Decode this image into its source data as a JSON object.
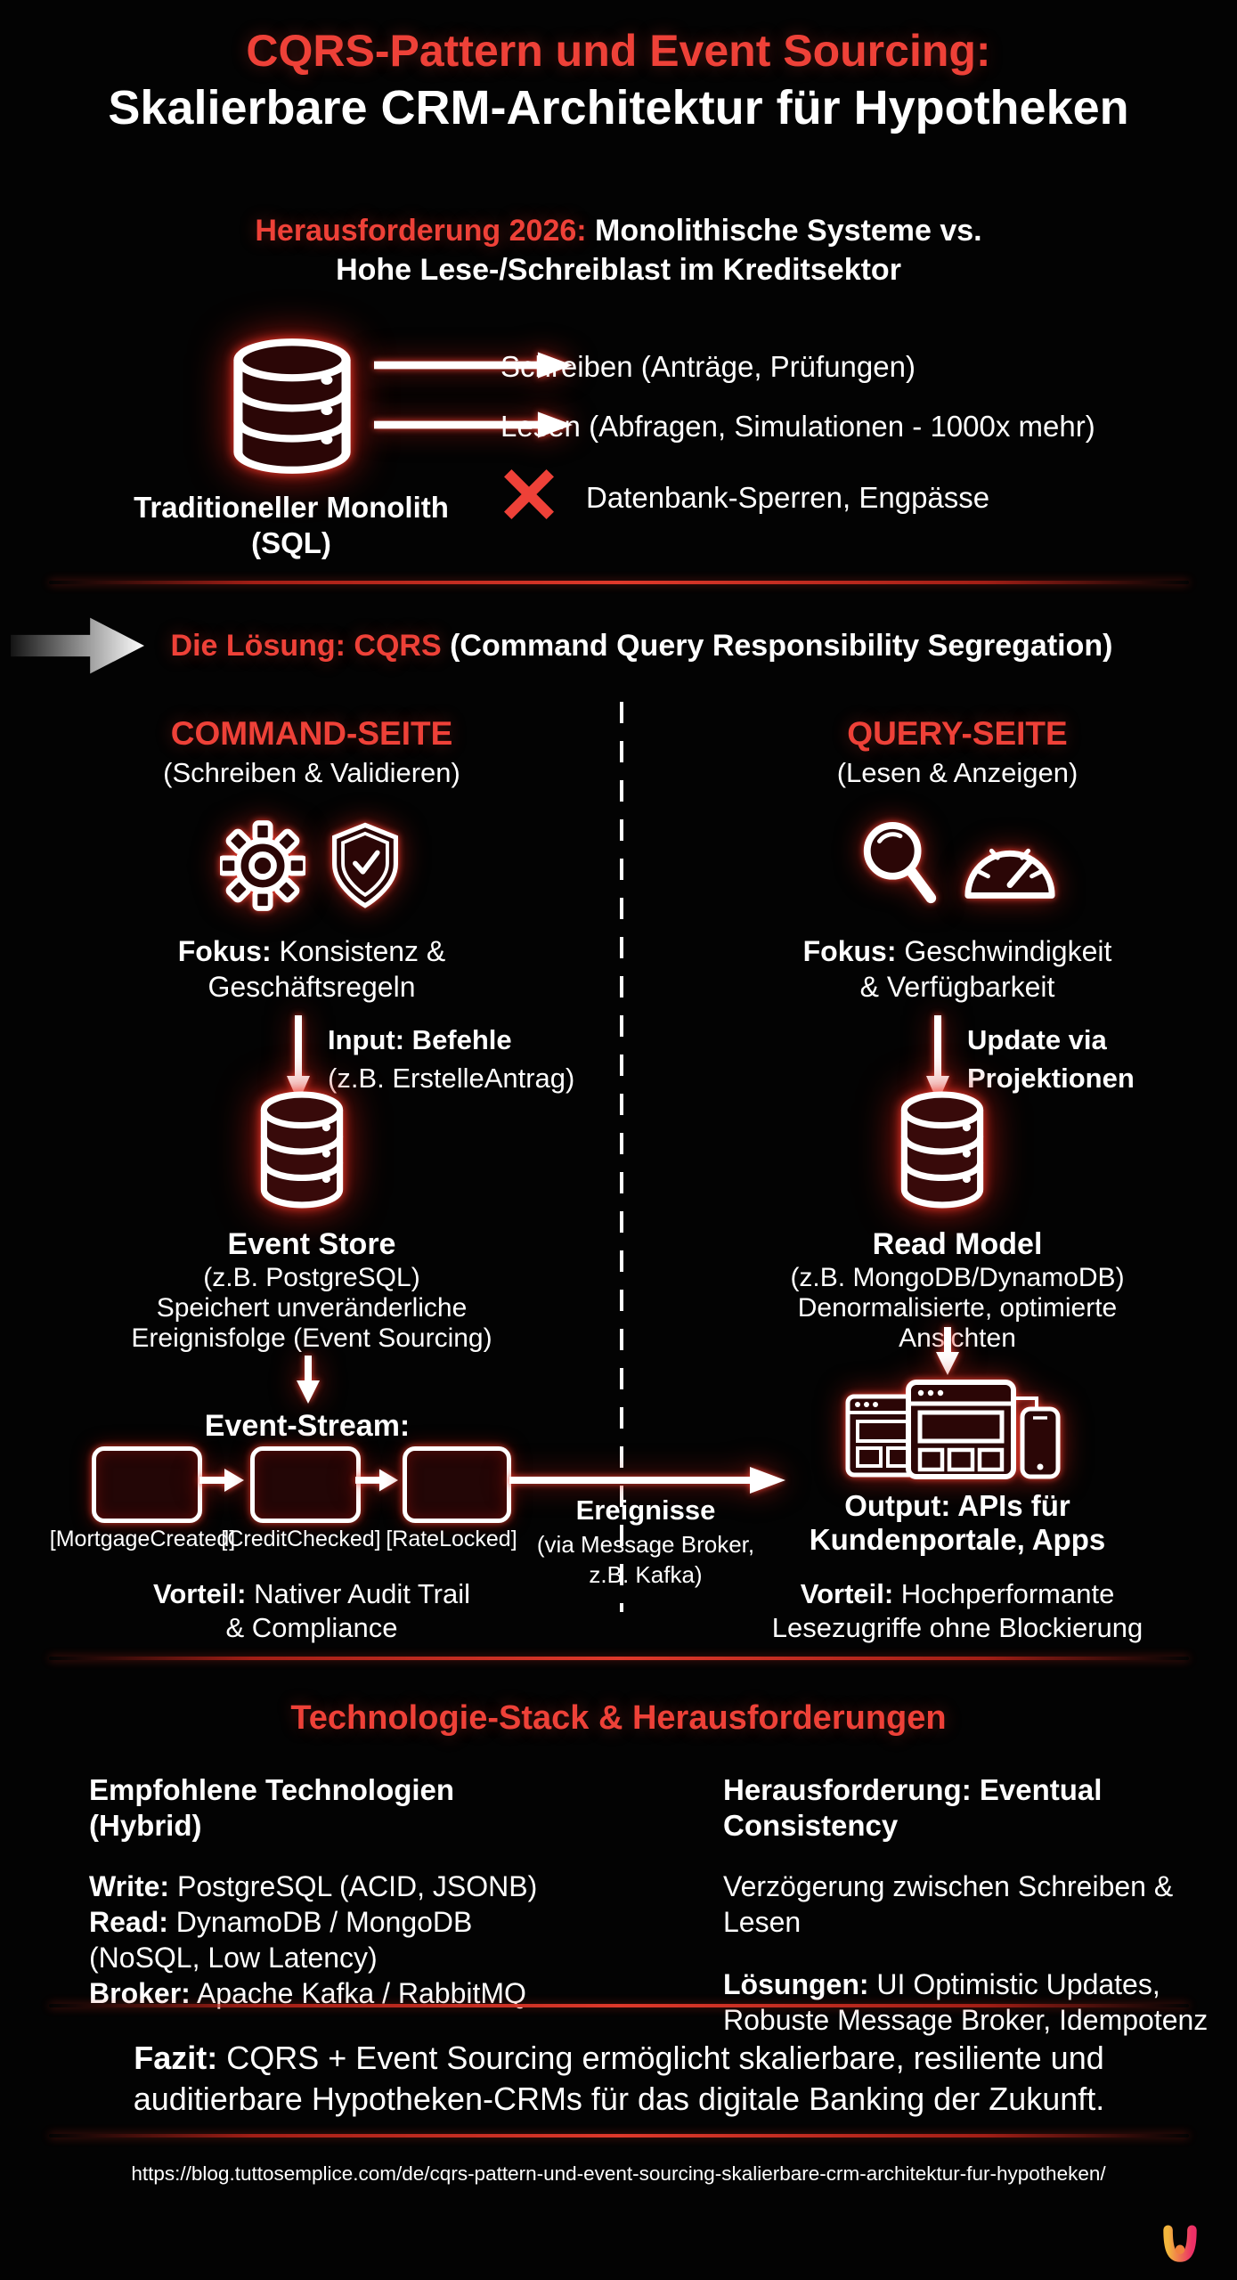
{
  "colors": {
    "accent": "#ee4138",
    "background": "#030303",
    "icon_stroke": "#ffffff",
    "icon_fill": "#2b0606",
    "logo_gradient": [
      "#f2b63c",
      "#ec2f66"
    ]
  },
  "header": {
    "title_line1": "CQRS-Pattern und Event Sourcing:",
    "title_line2": "Skalierbare CRM-Architektur für Hypotheken"
  },
  "challenge": {
    "heading_red": "Herausforderung 2026: ",
    "heading_white": "Monolithische Systeme vs.",
    "heading_line2": "Hohe Lese-/Schreiblast im Kreditsektor",
    "write_flow": "Schreiben (Anträge, Prüfungen)",
    "read_flow": "Lesen (Abfragen, Simulationen - 1000x mehr)",
    "problem": "Datenbank-Sperren, Engpässe",
    "monolith_caption_line1": "Traditioneller Monolith",
    "monolith_caption_line2": "(SQL)"
  },
  "solution": {
    "heading_red": "Die Lösung: CQRS ",
    "heading_white": "(Command Query Responsibility Segregation)"
  },
  "command_side": {
    "title": "COMMAND-SEITE",
    "subtitle": "(Schreiben & Validieren)",
    "focus_strong": "Fokus: ",
    "focus_line1_rest": "Konsistenz &",
    "focus_line2": "Geschäftsregeln",
    "input_strong": "Input: Befehle",
    "input_sub": "(z.B. ErstelleAntrag)",
    "store_title": "Event Store",
    "store_line1": "(z.B. PostgreSQL)",
    "store_line2": "Speichert unveränderliche",
    "store_line3": "Ereignisfolge (Event Sourcing)",
    "stream_title": "Event-Stream:",
    "events": [
      "[MortgageCreated]",
      "[CreditChecked]",
      "[RateLocked]"
    ],
    "vorteil_strong": "Vorteil: ",
    "vorteil_line1_rest": "Nativer Audit Trail",
    "vorteil_line2": "& Compliance"
  },
  "query_side": {
    "title": "QUERY-SEITE",
    "subtitle": "(Lesen & Anzeigen)",
    "focus_strong": "Fokus: ",
    "focus_line1_rest": "Geschwindigkeit",
    "focus_line2": "& Verfügbarkeit",
    "update_line1": "Update via",
    "update_line2": "Projektionen",
    "model_title": "Read Model",
    "model_line1": "(z.B. MongoDB/DynamoDB)",
    "model_line2": "Denormalisierte, optimierte",
    "model_line3": "Ansichten",
    "output_line1": "Output: APIs für",
    "output_line2": "Kundenportale, Apps",
    "vorteil_strong": "Vorteil: ",
    "vorteil_line1_rest": "Hochperformante",
    "vorteil_line2": "Lesezugriffe ohne Blockierung"
  },
  "events_label": {
    "strong": "Ereignisse",
    "line1": "(via Message Broker,",
    "line2": "z.B. Kafka)"
  },
  "tech": {
    "heading": "Technologie-Stack & Herausforderungen",
    "left_title": "Empfohlene Technologien (Hybrid)",
    "write_strong": "Write:",
    "write_rest": " PostgreSQL (ACID, JSONB)",
    "read_strong": "Read:",
    "read_rest": " DynamoDB / MongoDB (NoSQL, Low Latency)",
    "broker_strong": "Broker:",
    "broker_rest": " Apache Kafka / RabbitMQ",
    "right_title": "Herausforderung: Eventual Consistency",
    "delay": "Verzögerung zwischen Schreiben & Lesen",
    "solutions_strong": "Lösungen:",
    "solutions_rest": " UI Optimistic Updates, Robuste Message Broker, Idempotenz"
  },
  "fazit": {
    "strong": "Fazit:",
    "rest": " CQRS + Event Sourcing ermöglicht skalierbare, resiliente und auditierbare Hypotheken-CRMs für das digitale Banking der Zukunft."
  },
  "footer": {
    "url": "https://blog.tuttosemplice.com/de/cqrs-pattern-und-event-sourcing-skalierbare-crm-architektur-fur-hypotheken/"
  }
}
